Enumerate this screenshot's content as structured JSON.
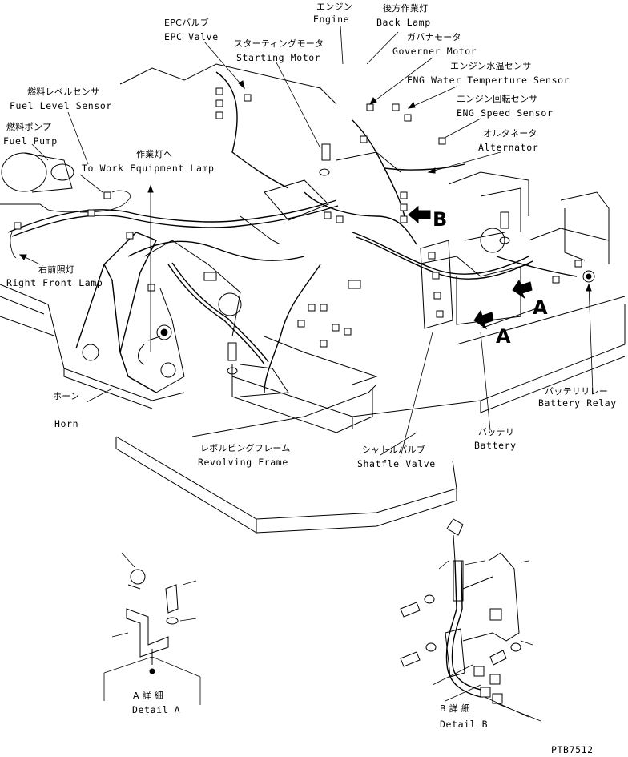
{
  "labels": {
    "epc_valve": {
      "jp": "EPCバルブ",
      "en": "EPC Valve"
    },
    "engine": {
      "jp": "エンジン",
      "en": "Engine"
    },
    "back_lamp": {
      "jp": "後方作業灯",
      "en": "Back Lamp"
    },
    "starting_motor": {
      "jp": "スターティングモータ",
      "en": "Starting Motor"
    },
    "governer_motor": {
      "jp": "ガバナモータ",
      "en": "Governer Motor"
    },
    "eng_water_sensor": {
      "jp": "エンジン水温センサ",
      "en": "ENG Water Temperture Sensor"
    },
    "eng_speed_sensor": {
      "jp": "エンジン回転センサ",
      "en": "ENG Speed Sensor"
    },
    "alternator": {
      "jp": "オルタネータ",
      "en": "Alternator"
    },
    "fuel_level_sensor": {
      "jp": "燃料レベルセンサ",
      "en": "Fuel Level Sensor"
    },
    "fuel_pump": {
      "jp": "燃料ポンプ",
      "en": "Fuel Pump"
    },
    "work_equipment_lamp": {
      "jp": "作業灯へ",
      "en": "To Work Equipment Lamp"
    },
    "right_front_lamp": {
      "jp": "右前照灯",
      "en": "Right Front Lamp"
    },
    "horn": {
      "jp": "ホーン",
      "en": "Horn"
    },
    "revolving_frame": {
      "jp": "レボルビングフレーム",
      "en": "Revolving Frame"
    },
    "shuttle_valve": {
      "jp": "シャトルバルブ",
      "en": "Shatfle Valve"
    },
    "battery": {
      "jp": "バッテリ",
      "en": "Battery"
    },
    "battery_relay": {
      "jp": "バッテリリレー",
      "en": "Battery Relay"
    }
  },
  "markers": {
    "a": "A",
    "b": "B"
  },
  "details": {
    "a": {
      "jp": "A 詳 細",
      "en": "Detail A"
    },
    "b": {
      "jp": "B 詳 細",
      "en": "Detail B"
    }
  },
  "drawing_number": "PTB7512"
}
